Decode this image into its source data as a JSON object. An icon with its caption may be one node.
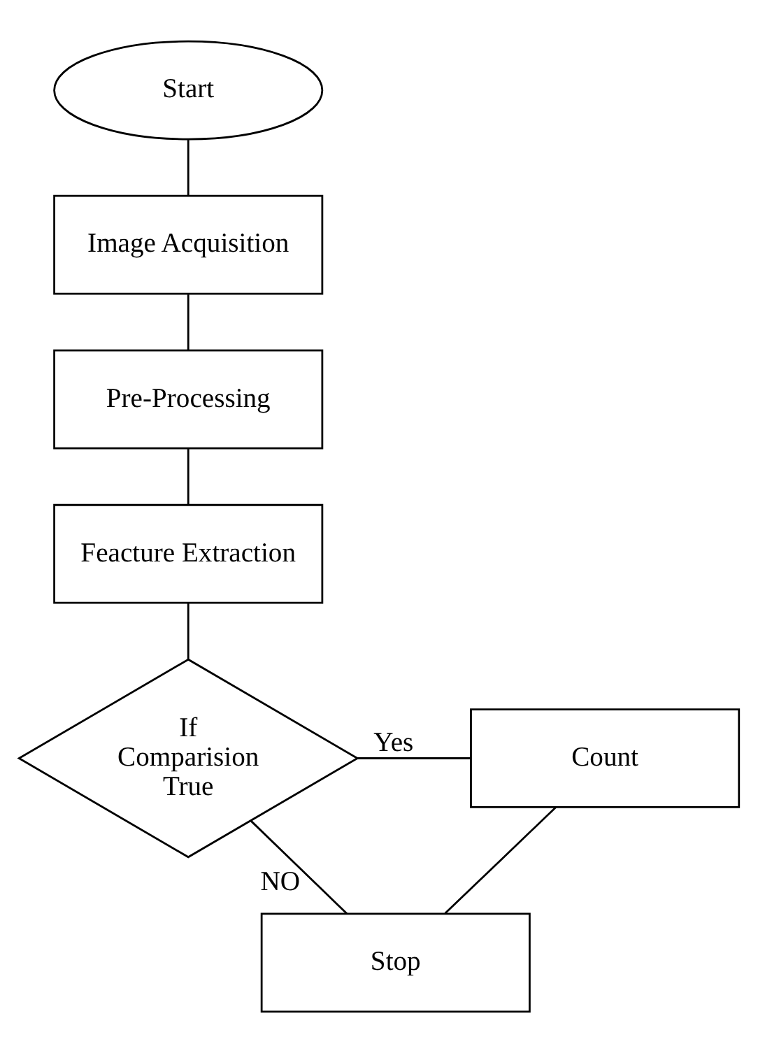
{
  "diagram": {
    "nodes": [
      {
        "text": [
          "Start"
        ]
      },
      {
        "text": [
          "Image Acquisition"
        ]
      },
      {
        "text": [
          "Pre-Processing"
        ]
      },
      {
        "text": [
          "Feacture Extraction"
        ]
      },
      {
        "text": [
          "If Comparision True"
        ]
      },
      {
        "text": [
          "Count"
        ]
      },
      {
        "text": [
          "Stop"
        ]
      }
    ],
    "edges": [
      {
        "from": 0,
        "to": 1,
        "arrow": "none"
      },
      {
        "from": 1,
        "to": 2,
        "arrow": "none"
      },
      {
        "from": 2,
        "to": 3,
        "arrow": "none"
      },
      {
        "from": 3,
        "to": 4,
        "arrow": "none"
      },
      {
        "from": 4,
        "to": 5,
        "arrow": "none",
        "label": "Yes"
      },
      {
        "from": 4,
        "to": 6,
        "arrow": "none",
        "label": "NO"
      },
      {
        "from": 5,
        "to": 6,
        "arrow": "none"
      }
    ]
  }
}
